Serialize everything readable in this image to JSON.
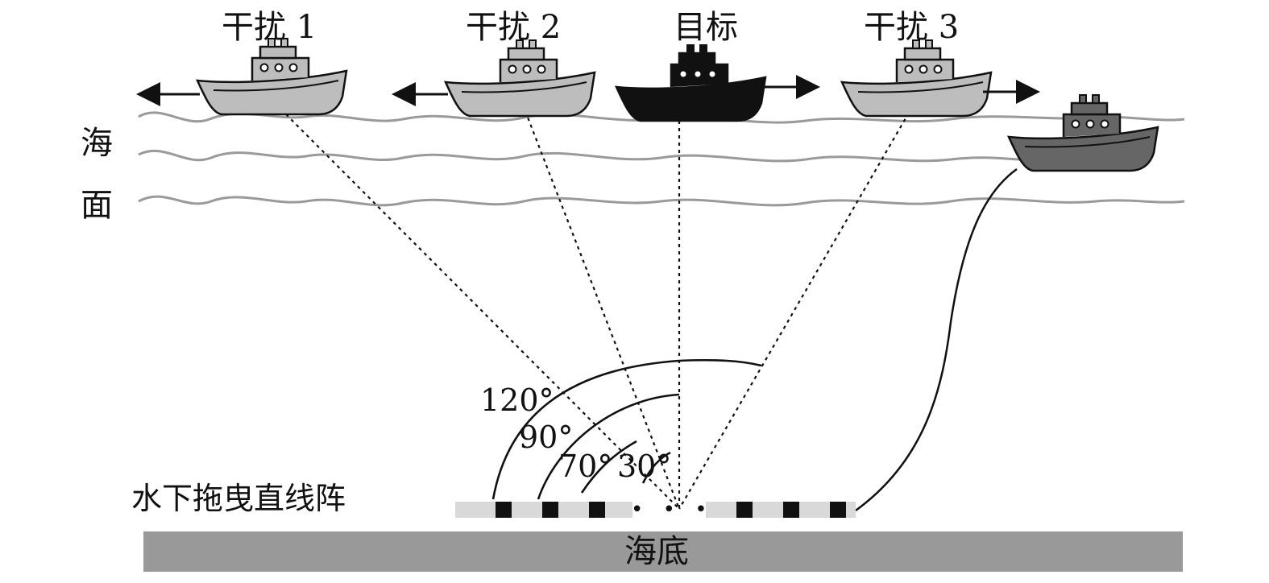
{
  "colors": {
    "background": "#ffffff",
    "interference_ship": "#bdbdbd",
    "target_ship": "#111111",
    "tow_ship": "#666666",
    "wave": "#9a9a9a",
    "seabed": "#999999",
    "array_segment": "#d9d9d9",
    "hydrophone": "#111111"
  },
  "ships": {
    "interference_1": {
      "label": "干扰 1",
      "icon": "ship-icon"
    },
    "interference_2": {
      "label": "干扰 2",
      "icon": "ship-icon"
    },
    "target": {
      "label": "目标",
      "icon": "ship-icon"
    },
    "interference_3": {
      "label": "干扰 3",
      "icon": "ship-icon"
    },
    "tow_vessel": {
      "icon": "ship-icon"
    }
  },
  "sea_surface": {
    "label_top": "海",
    "label_bottom": "面"
  },
  "angles": {
    "a120": "120°",
    "a90": "90°",
    "a70": "70°",
    "a30": "30°"
  },
  "array": {
    "label": "水下拖曳直线阵",
    "gap_marker": "• • •"
  },
  "seabed": {
    "label": "海底"
  }
}
